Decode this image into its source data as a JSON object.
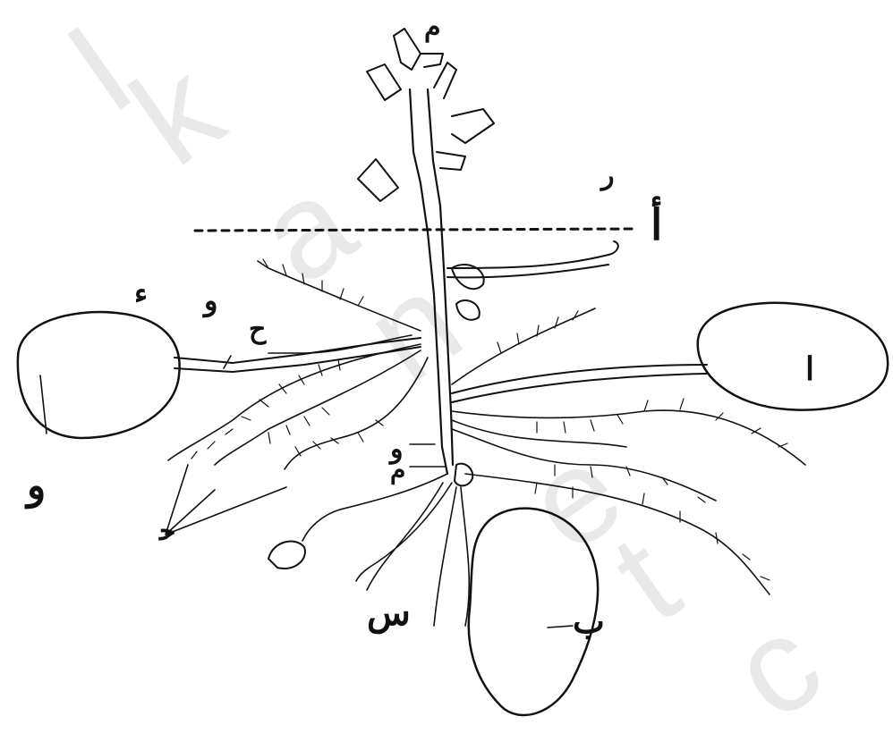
{
  "labels": {
    "apex": "م",
    "dashed_line_tag": "أ",
    "branch_root": "ر",
    "left_tuber_top": "ء",
    "left_stolon_tag": "و",
    "left_upper_root": "ح",
    "left_tuber_bottom": "و",
    "right_tuber": "ا",
    "stem_mid": "و",
    "stem_lower": "م",
    "left_roots_pointer": "ﺣ",
    "crown": "س",
    "main_tuber": "ب"
  },
  "watermark": {
    "letters": [
      "I",
      "k",
      "a",
      "n",
      "e",
      "t",
      "c"
    ]
  },
  "colors": {
    "ink": "#111111",
    "paper": "#ffffff",
    "watermark": "#e9e9e9"
  }
}
